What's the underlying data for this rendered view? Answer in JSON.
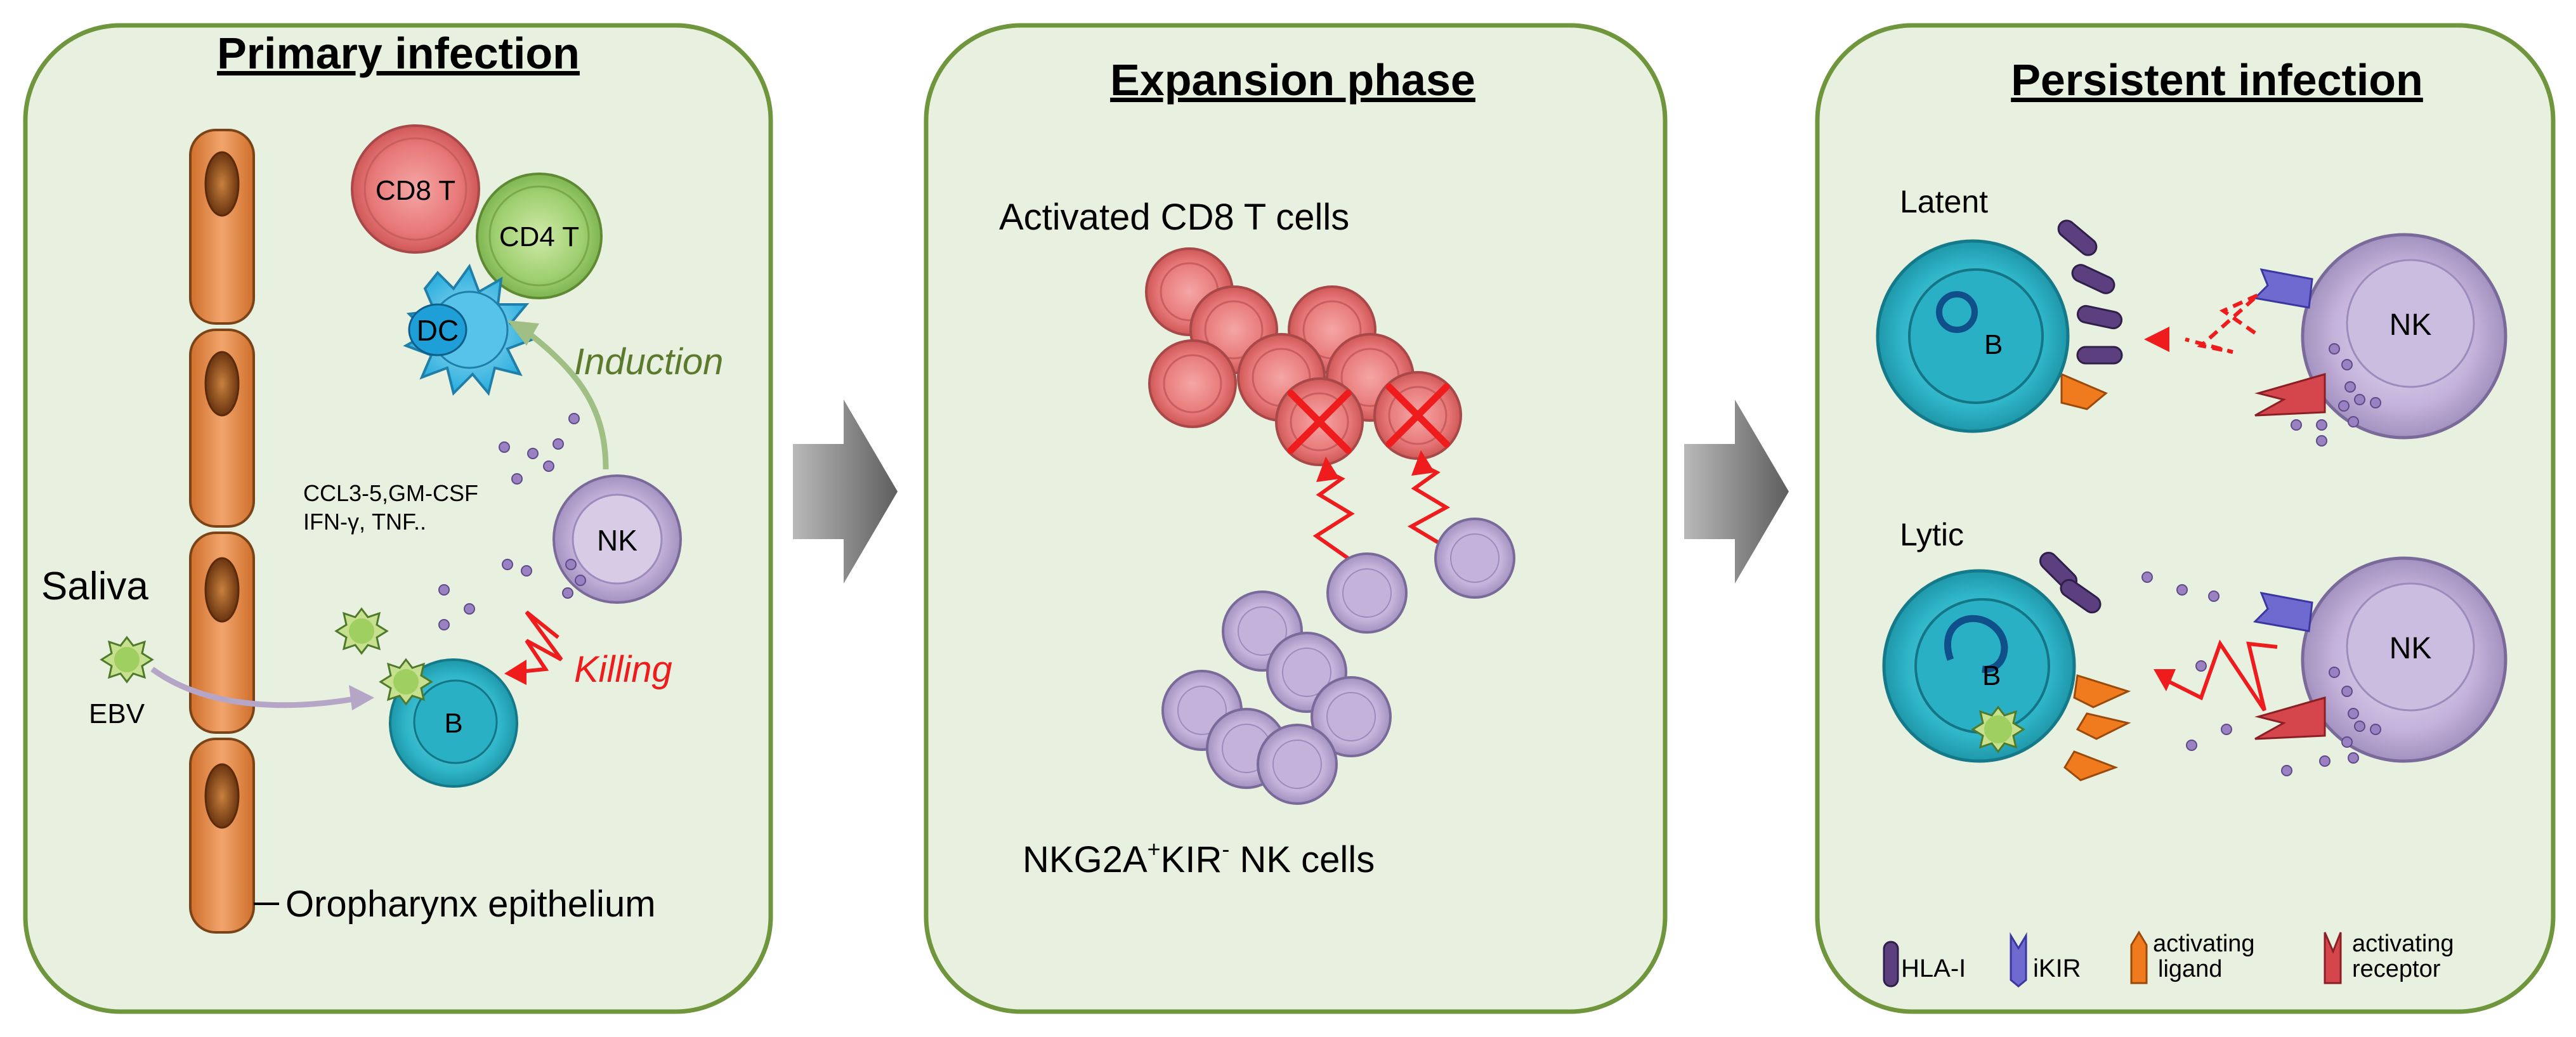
{
  "panels": {
    "primary": {
      "title": "Primary infection",
      "cells": {
        "cd8": "CD8 T",
        "cd4": "CD4 T",
        "dc": "DC",
        "nk": "NK",
        "b": "B"
      },
      "induction": "Induction",
      "killing": "Killing",
      "cytokines_line1": "CCL3-5,GM-CSF",
      "cytokines_line2": "IFN-γ, TNF..",
      "saliva": "Saliva",
      "ebv": "EBV",
      "epithelium": "Oropharynx epithelium"
    },
    "expansion": {
      "title": "Expansion phase",
      "cd8_label": "Activated CD8 T cells",
      "nk_label_prefix": "NKG2A",
      "nk_label_sup1": "+",
      "nk_label_mid": "KIR",
      "nk_label_sup2": "-",
      "nk_label_suffix": " NK cells"
    },
    "persistent": {
      "title": "Persistent infection",
      "latent": "Latent",
      "lytic": "Lytic",
      "nk": "NK",
      "b": "B",
      "legend": {
        "hla": "HLA-I",
        "ikir": "iKIR",
        "act_ligand_1": "activating",
        "act_ligand_2": "ligand",
        "act_receptor_1": "activating",
        "act_receptor_2": "receptor"
      }
    }
  },
  "colors": {
    "panel_fill": "#e8f0df",
    "panel_border": "#6f963c",
    "cd8": "#e97f7f",
    "cd4": "#a6d47c",
    "dc": "#3fb9de",
    "nk": "#c7b6dc",
    "b": "#36b9c9",
    "epithelium": "#e8955a",
    "red": "#ee1c1c",
    "green_text": "#5b7a2e",
    "hla": "#5b3f7f",
    "ikir": "#6f6ad0",
    "ligand": "#f07a1e",
    "receptor": "#c8343c",
    "arrow": "#8c8c8c"
  }
}
